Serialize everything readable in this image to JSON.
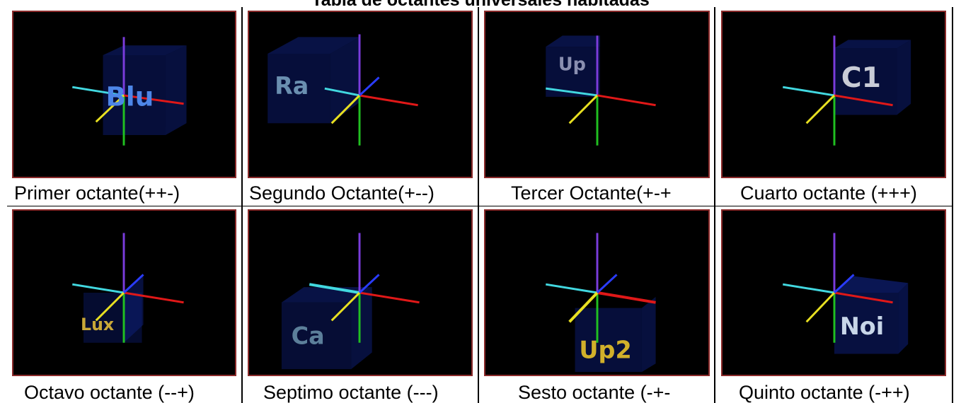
{
  "title": "Tabla de octantes universales habitadas",
  "rows": [
    {
      "cells": [
        {
          "label": "Blu",
          "caption": "Primer octante(++-)",
          "label_color": "#4d86e8"
        },
        {
          "label": "Ra",
          "caption": "Segundo Octante(+--)",
          "label_color": "#6a8fb0"
        },
        {
          "label": "Up",
          "caption": "Tercer Octante(+-+",
          "label_color": "#8a8fb0"
        },
        {
          "label": "C1",
          "caption": "Cuarto octante (+++)",
          "label_color": "#c9ccd6"
        }
      ]
    },
    {
      "cells": [
        {
          "label": "Lux",
          "caption": "Octavo octante (--+)",
          "label_color": "#c9a838"
        },
        {
          "label": "Ca",
          "caption": "Septimo octante (---)",
          "label_color": "#5c7f9a"
        },
        {
          "label": "Up2",
          "caption": "Sesto octante (-+-",
          "label_color": "#d1b02a"
        },
        {
          "label": "Noi",
          "caption": "Quinto octante (-++)",
          "label_color": "#c8d6e8"
        }
      ]
    }
  ],
  "axis_colors": {
    "x": "#e01818",
    "y": "#7a3cdc",
    "z": "#e8e021",
    "neg_x": "#42d8e0",
    "neg_y": "#21c021",
    "neg_z": "#2a3cff"
  }
}
